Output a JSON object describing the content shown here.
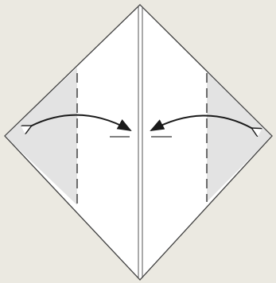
{
  "diagram": {
    "colors": {
      "background": "#ebe9e1",
      "paper_front": "#ffffff",
      "paper_shaded": "#e3e3e3",
      "line": "#333333",
      "arrow": "#1a1a1a"
    },
    "parts": {
      "paper": "square-paper-on-point",
      "center_crease": "vertical-center-fold",
      "left_flap": "left-shaded-flap",
      "right_flap": "right-shaded-flap",
      "left_fold_line": "dashed-valley-fold-left",
      "right_fold_line": "dashed-valley-fold-right",
      "left_arrow": "curved-fold-arrow-left",
      "right_arrow": "curved-fold-arrow-right"
    }
  }
}
